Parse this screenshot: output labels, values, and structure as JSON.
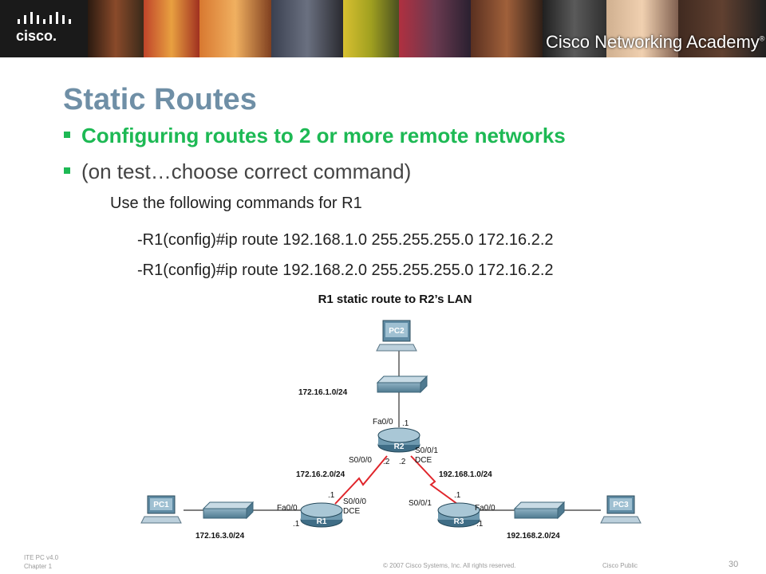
{
  "header": {
    "logo_text": "cisco.",
    "academy_brand": "Cisco Networking Academy",
    "trademark": "®"
  },
  "slide": {
    "title": "Static Routes",
    "bullets": [
      "Configuring routes to 2 or more remote networks",
      "(on test…choose correct command)"
    ],
    "instruction": "Use the following commands for R1",
    "commands": [
      "-R1(config)#ip route 192.168.1.0 255.255.255.0 172.16.2.2",
      "-R1(config)#ip route 192.168.2.0 255.255.255.0 172.16.2.2"
    ]
  },
  "diagram": {
    "title": "R1 static route to R2’s LAN",
    "devices": {
      "pc1": "PC1",
      "pc2": "PC2",
      "pc3": "PC3",
      "r1": "R1",
      "r2": "R2",
      "r3": "R3"
    },
    "networks": {
      "n_pc2": "172.16.1.0/24",
      "n_r1r2": "172.16.2.0/24",
      "n_r2r3": "192.168.1.0/24",
      "n_pc1": "172.16.3.0/24",
      "n_pc3": "192.168.2.0/24"
    },
    "labels": {
      "r2_fa": "Fa0/0",
      "r2_fa_ip": ".1",
      "r2_s000": "S0/0/0",
      "r2_s000_ip": ".2",
      "r2_s001_ip": ".2",
      "r2_s001": "S0/0/1",
      "r2_dce": "DCE",
      "r1_s_ip": ".1",
      "r1_fa": "Fa0/0",
      "r1_s": "S0/0/0",
      "r1_dce": "DCE",
      "r1_fa_ip": ".1",
      "r3_s_ip": ".1",
      "r3_s": "S0/0/1",
      "r3_fa": "Fa0/0",
      "r3_fa_ip": ".1"
    }
  },
  "footer": {
    "course": "ITE PC v4.0",
    "chapter": "Chapter 1",
    "copyright": "© 2007 Cisco Systems, Inc. All rights reserved.",
    "classification": "Cisco Public",
    "page_number": "30"
  },
  "colors": {
    "title": "#6f8fa6",
    "bullet_green": "#1db954",
    "serial_link": "#e0252b",
    "banner": "#1a1a1a"
  },
  "icons": [
    "cisco-logo",
    "router-icon",
    "switch-icon",
    "pc-icon",
    "serial-link-icon"
  ]
}
